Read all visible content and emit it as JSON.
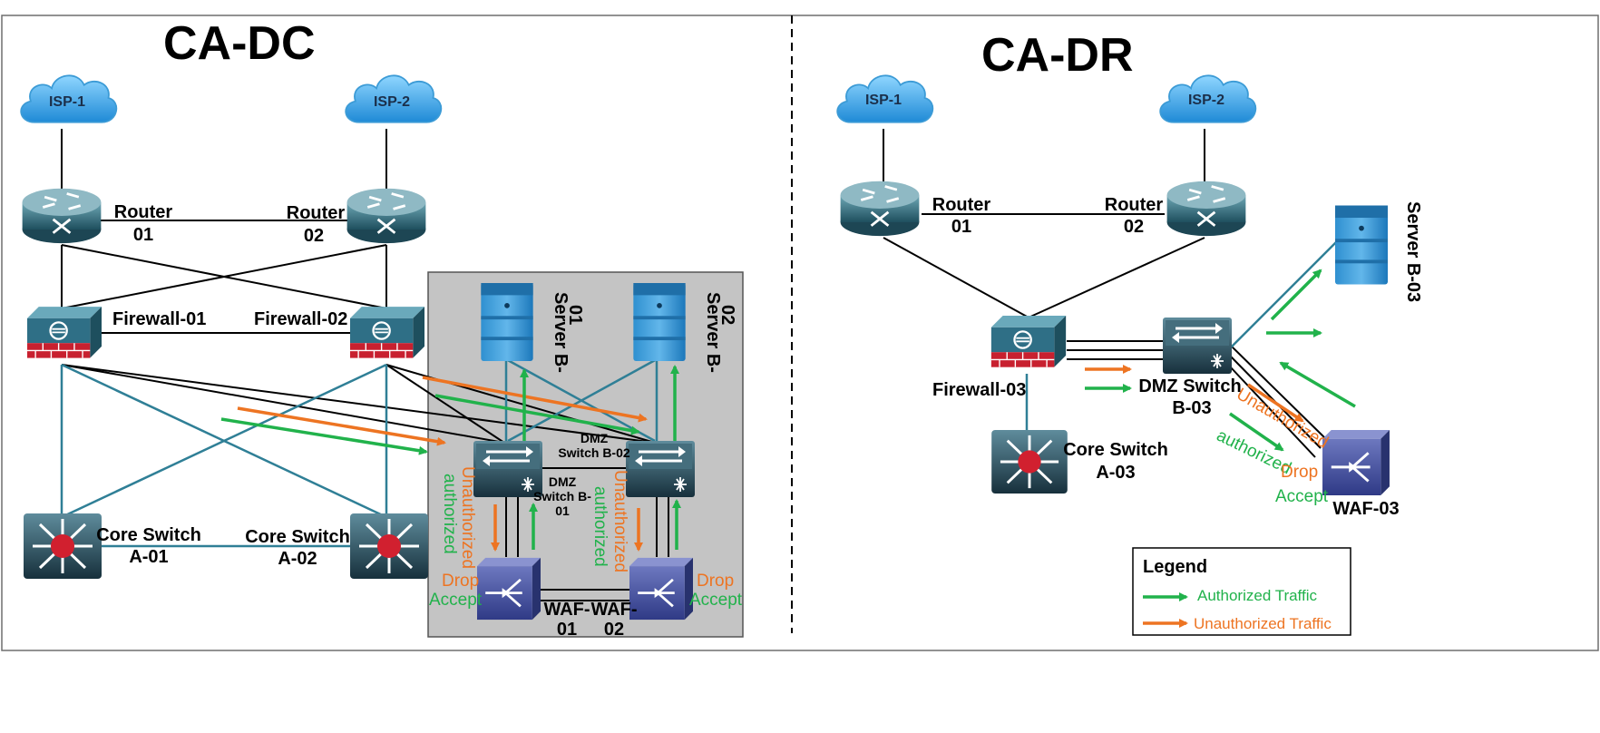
{
  "sites": {
    "dc": {
      "title": "CA-DC",
      "isp1": "ISP-1",
      "isp2": "ISP-2",
      "router1": [
        "Router",
        "01"
      ],
      "router2": [
        "Router",
        "02"
      ],
      "firewall1": "Firewall-01",
      "firewall2": "Firewall-02",
      "core1": [
        "Core Switch",
        "A-01"
      ],
      "core2": [
        "Core Switch",
        "A-02"
      ],
      "server1": [
        "Server B-",
        "01"
      ],
      "server2": [
        "Server B-",
        "02"
      ],
      "dmz1": [
        "DMZ",
        "Switch B-",
        "01"
      ],
      "dmz2": [
        "DMZ",
        "Switch B-02"
      ],
      "waf1": [
        "WAF-",
        "01"
      ],
      "waf2": [
        "WAF-",
        "02"
      ],
      "unauthorized": "Unauthorized",
      "authorized": "authorized",
      "drop": "Drop",
      "accept": "Accept"
    },
    "dr": {
      "title": "CA-DR",
      "isp1": "ISP-1",
      "isp2": "ISP-2",
      "router1": [
        "Router",
        "01"
      ],
      "router2": [
        "Router",
        "02"
      ],
      "firewall": "Firewall-03",
      "core": [
        "Core Switch",
        "A-03"
      ],
      "dmz": [
        "DMZ Switch",
        "B-03"
      ],
      "server": "Server B-03",
      "waf": "WAF-03",
      "unauthorized": "Unauthorized",
      "authorized": "authorized",
      "drop": "Drop",
      "accept": "Accept"
    }
  },
  "legend": {
    "title": "Legend",
    "authorized": "Authorized Traffic",
    "unauthorized": "Unauthorized Traffic"
  },
  "colors": {
    "authorized": "#21b24b",
    "unauthorized": "#ed7422",
    "link_teal": "#2f7f96",
    "dmz_zone": "#c4c4c4"
  }
}
